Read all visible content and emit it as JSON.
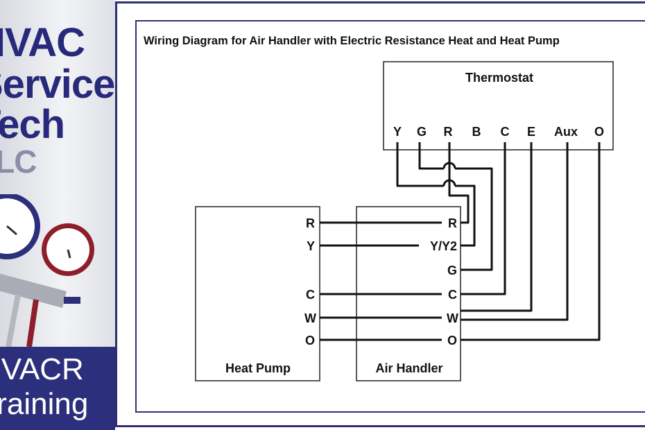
{
  "branding": {
    "line1": "HVAC",
    "line2": "Service",
    "line3": "Tech",
    "line4": "LLC",
    "footer1": "HVACR",
    "footer2": "Training"
  },
  "diagram": {
    "title": "Wiring Diagram for Air Handler with Electric Resistance Heat and Heat Pump",
    "thermostat": {
      "label": "Thermostat",
      "terminals": [
        "Y",
        "G",
        "R",
        "B",
        "C",
        "E",
        "Aux",
        "O"
      ]
    },
    "heat_pump": {
      "label": "Heat Pump",
      "terminals": [
        "R",
        "Y",
        "C",
        "W",
        "O"
      ]
    },
    "air_handler": {
      "label": "Air Handler",
      "terminals": [
        "R",
        "Y/Y2",
        "G",
        "C",
        "W",
        "O"
      ]
    }
  },
  "colors": {
    "brand_navy": "#2c2f7b",
    "frame": "#2f3072",
    "wire": "#111111",
    "gauge_blue": "#2c2f7b",
    "gauge_red": "#8e1f2a"
  }
}
